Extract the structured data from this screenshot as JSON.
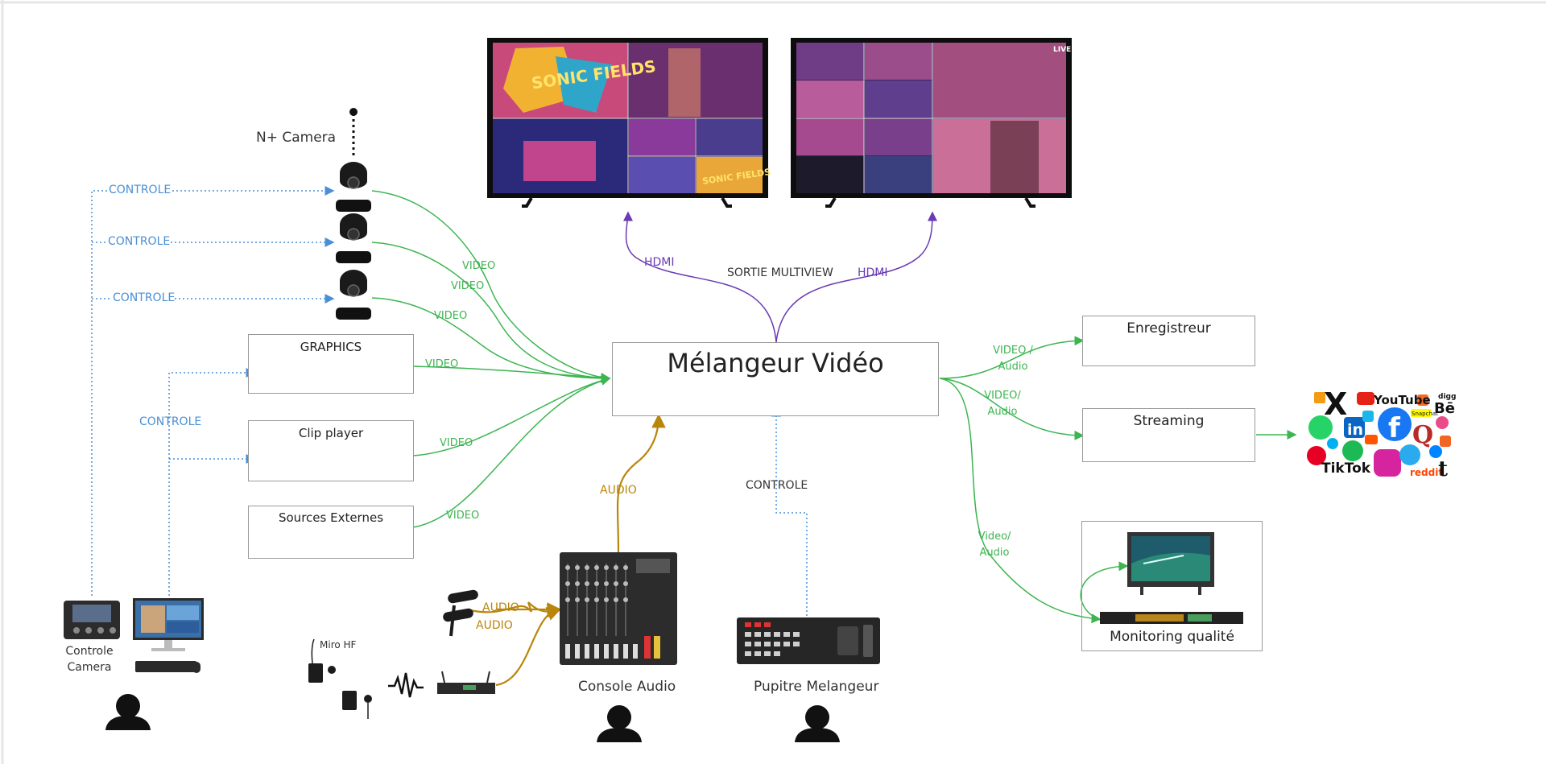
{
  "labels": {
    "n_camera": "N+ Camera",
    "controle": "CONTROLE",
    "video": "VIDEO",
    "hdmi": "HDMI",
    "sortie_multiview": "SORTIE MULTIVIEW",
    "audio": "AUDIO",
    "video_audio_1": "VIDEO / Audio",
    "video_audio_2": "VIDEO/ Audio",
    "video_audio_3": "Video/ Audio"
  },
  "sources": {
    "graphics": "GRAPHICS",
    "clip_player": "Clip player",
    "sources_externes": "Sources Externes"
  },
  "mixer": {
    "title": "Mélangeur Vidéo"
  },
  "outputs": {
    "enregistreur": "Enregistreur",
    "streaming": "Streaming",
    "monitoring": "Monitoring qualité"
  },
  "operators": {
    "controle_camera": "Controle Camera",
    "console_audio": "Console Audio",
    "pupitre": "Pupitre Melangeur",
    "micro_hf": "Miro HF"
  },
  "screens": {
    "left_logo": "SONIC FIELDS",
    "left_logo_small": "SONIC FIELDS",
    "right_badge": "LIVE"
  },
  "social": {
    "x": "X",
    "youtube": "YouTube",
    "digg": "digg",
    "behance": "Bē",
    "snapchat": "Snapchat",
    "linkedin": "in",
    "facebook": "f",
    "quora": "Q",
    "tiktok": "TikTok",
    "reddit": "reddit",
    "tumblr": "t"
  },
  "colors": {
    "video": "#3db551",
    "control": "#4a8fd6",
    "hdmi": "#6a3bb3",
    "audio": "#b8860b"
  }
}
